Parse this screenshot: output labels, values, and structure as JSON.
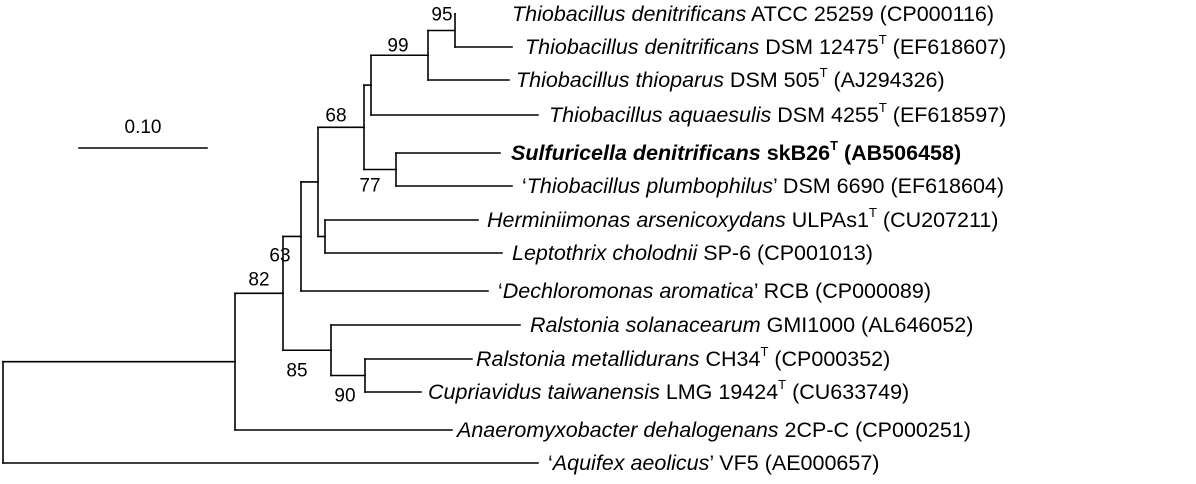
{
  "scale_bar": {
    "label": "0.10"
  },
  "taxa": [
    {
      "id": "t1",
      "segments": [
        {
          "text": "Thiobacillus denitrificans",
          "style": "italic"
        },
        {
          "text": " ATCC 25259 (CP000116)",
          "style": "normal"
        }
      ]
    },
    {
      "id": "t2",
      "segments": [
        {
          "text": "Thiobacillus denitrificans",
          "style": "italic"
        },
        {
          "text": " DSM 12475",
          "style": "normal"
        },
        {
          "text": "T",
          "style": "sup"
        },
        {
          "text": " (EF618607)",
          "style": "normal"
        }
      ]
    },
    {
      "id": "t3",
      "segments": [
        {
          "text": "Thiobacillus thioparus",
          "style": "italic"
        },
        {
          "text": " DSM 505",
          "style": "normal"
        },
        {
          "text": "T",
          "style": "sup"
        },
        {
          "text": " (AJ294326)",
          "style": "normal"
        }
      ]
    },
    {
      "id": "t4",
      "segments": [
        {
          "text": "Thiobacillus aquaesulis",
          "style": "italic"
        },
        {
          "text": " DSM 4255",
          "style": "normal"
        },
        {
          "text": "T",
          "style": "sup"
        },
        {
          "text": " (EF618597)",
          "style": "normal"
        }
      ]
    },
    {
      "id": "t5",
      "bold": true,
      "segments": [
        {
          "text": "Sulfuricella denitrificans",
          "style": "italic"
        },
        {
          "text": " skB26",
          "style": "normal"
        },
        {
          "text": "T",
          "style": "sup"
        },
        {
          "text": " (AB506458)",
          "style": "normal"
        }
      ]
    },
    {
      "id": "t6",
      "segments": [
        {
          "text": "‘",
          "style": "normal"
        },
        {
          "text": "Thiobacillus plumbophilus",
          "style": "italic"
        },
        {
          "text": "’ DSM 6690 (EF618604)",
          "style": "normal"
        }
      ]
    },
    {
      "id": "t7",
      "segments": [
        {
          "text": "Herminiimonas arsenicoxydans",
          "style": "italic"
        },
        {
          "text": " ULPAs1",
          "style": "normal"
        },
        {
          "text": "T",
          "style": "sup"
        },
        {
          "text": " (CU207211)",
          "style": "normal"
        }
      ]
    },
    {
      "id": "t8",
      "segments": [
        {
          "text": "Leptothrix cholodnii",
          "style": "italic"
        },
        {
          "text": " SP-6 (CP001013)",
          "style": "normal"
        }
      ]
    },
    {
      "id": "t9",
      "segments": [
        {
          "text": "‘",
          "style": "normal"
        },
        {
          "text": "Dechloromonas aromatica",
          "style": "italic"
        },
        {
          "text": "’ RCB (CP000089)",
          "style": "normal"
        }
      ]
    },
    {
      "id": "t10",
      "segments": [
        {
          "text": "Ralstonia solanacearum",
          "style": "italic"
        },
        {
          "text": " GMI1000 (AL646052)",
          "style": "normal"
        }
      ]
    },
    {
      "id": "t11",
      "segments": [
        {
          "text": "Ralstonia metallidurans",
          "style": "italic"
        },
        {
          "text": " CH34",
          "style": "normal"
        },
        {
          "text": "T",
          "style": "sup"
        },
        {
          "text": " (CP000352)",
          "style": "normal"
        }
      ]
    },
    {
      "id": "t12",
      "segments": [
        {
          "text": "Cupriavidus taiwanensis",
          "style": "italic"
        },
        {
          "text": " LMG 19424",
          "style": "normal"
        },
        {
          "text": "T",
          "style": "sup"
        },
        {
          "text": " (CU633749)",
          "style": "normal"
        }
      ]
    },
    {
      "id": "t13",
      "segments": [
        {
          "text": "Anaeromyxobacter dehalogenans",
          "style": "italic"
        },
        {
          "text": " 2CP-C (CP000251)",
          "style": "normal"
        }
      ]
    },
    {
      "id": "t14",
      "segments": [
        {
          "text": "‘",
          "style": "normal"
        },
        {
          "text": "Aquifex aeolicus",
          "style": "italic"
        },
        {
          "text": "’ VF5 (AE000657)",
          "style": "normal"
        }
      ]
    }
  ],
  "bootstrap": [
    {
      "node": "n1",
      "value": "95"
    },
    {
      "node": "n2",
      "value": "99"
    },
    {
      "node": "n3",
      "value": "68"
    },
    {
      "node": "n4",
      "value": "77"
    },
    {
      "node": "n5",
      "value": "63"
    },
    {
      "node": "n6",
      "value": "82"
    },
    {
      "node": "n7",
      "value": "85"
    },
    {
      "node": "n8",
      "value": "90"
    }
  ]
}
